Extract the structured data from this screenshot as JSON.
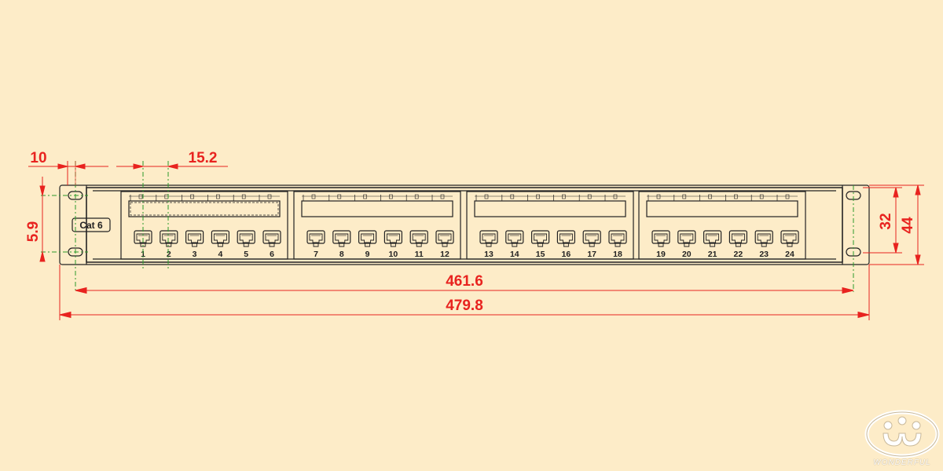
{
  "colors": {
    "background": "#fdecc8",
    "outline": "#222222",
    "dimension": "#e8231f",
    "centerline": "#2a9a2a"
  },
  "panel": {
    "badge": "Cat 6",
    "port_groups": [
      [
        "1",
        "2",
        "3",
        "4",
        "5",
        "6"
      ],
      [
        "7",
        "8",
        "9",
        "10",
        "11",
        "12"
      ],
      [
        "13",
        "14",
        "15",
        "16",
        "17",
        "18"
      ],
      [
        "19",
        "20",
        "21",
        "22",
        "23",
        "24"
      ]
    ]
  },
  "dimensions": {
    "ear_offset": "10",
    "port_pitch": "15.2",
    "hole_spacing": "5.9",
    "hole_center_width": "461.6",
    "overall_width": "479.8",
    "inner_height": "32",
    "overall_height": "44"
  },
  "logo": {
    "word": "WONDERFUL",
    "icon": "wonderful-logo-icon"
  }
}
